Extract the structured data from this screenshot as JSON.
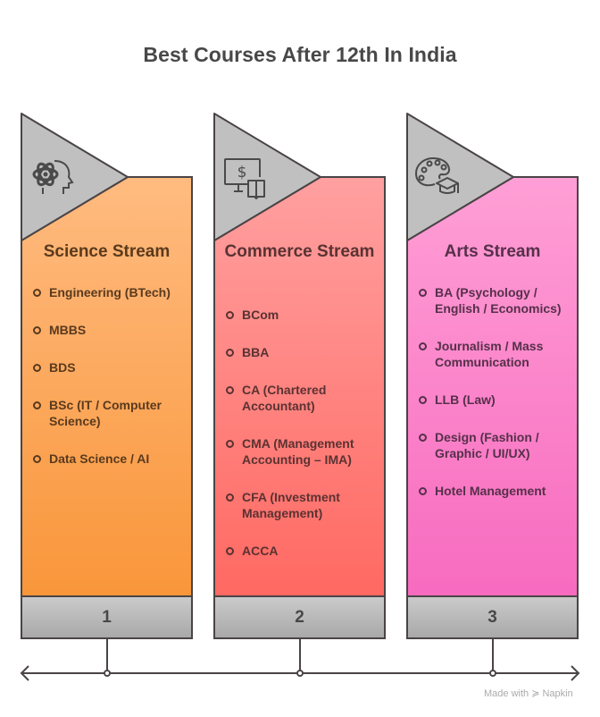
{
  "title": "Best Courses After 12th In India",
  "colors": {
    "outline": "#4a4446",
    "gray_header": "#c0c0c0",
    "science_top": "#ffbb80",
    "science_bottom": "#f9963a",
    "commerce_top": "#ffa0a0",
    "commerce_bottom": "#ff6962",
    "arts_top": "#ff9fd6",
    "arts_bottom": "#f76bbf"
  },
  "streams": [
    {
      "title": "Science Stream",
      "number": "1",
      "icon": "science-head-atom-icon",
      "text_color": "#5a3a1e",
      "items": [
        "Engineering (BTech)",
        "MBBS",
        "BDS",
        "BSc (IT / Computer Science)",
        "Data Science / AI"
      ]
    },
    {
      "title": "Commerce Stream",
      "number": "2",
      "icon": "monitor-dollar-book-icon",
      "text_color": "#5a3232",
      "items": [
        "BCom",
        "BBA",
        "CA (Chartered Accountant)",
        "CMA (Management Accounting – IMA)",
        "CFA (Investment Management)",
        "ACCA"
      ]
    },
    {
      "title": "Arts Stream",
      "number": "3",
      "icon": "palette-graduation-cap-icon",
      "text_color": "#56304a",
      "items": [
        "BA (Psychology / English / Economics)",
        "Journalism / Mass Communication",
        "LLB (Law)",
        "Design (Fashion / Graphic / UI/UX)",
        "Hotel Management"
      ]
    }
  ],
  "watermark": "Made with ≽ Napkin"
}
